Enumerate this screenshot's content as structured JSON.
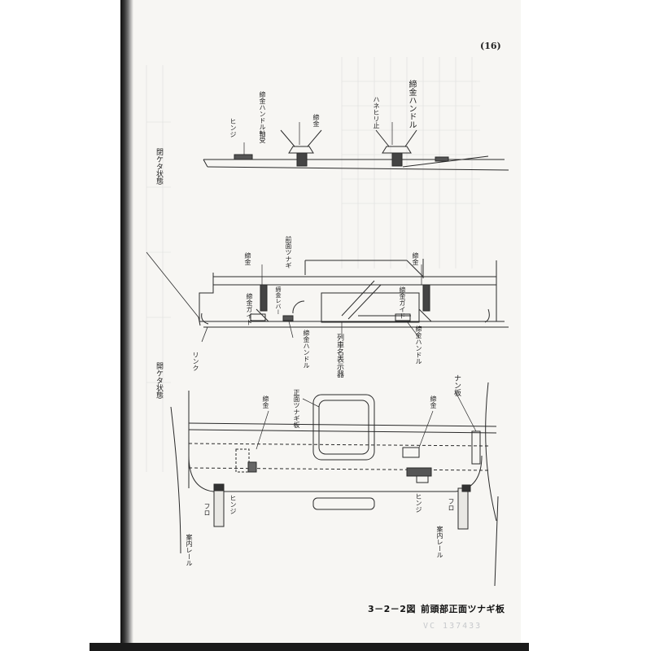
{
  "page_number": "(16)",
  "caption": {
    "figure_number": "3－2－2図",
    "title": "前頭部正面ツナギ板"
  },
  "stamp": "VC 137433",
  "labels": {
    "hinge_top": "ヒンジ",
    "fastener_handle_shaft": "締金ハンドル軸受",
    "fastener_top": "締金",
    "stopper_top": "ハネヒリ止",
    "fastener_handle_top": "締金ハンドル",
    "closed_state": "閉ケタ状態",
    "fastener_mid_left": "締金",
    "front_gangway_mid": "前面ツナギ",
    "fastener_mid_right": "締金",
    "fastener_bearing_left": "締金ガイド",
    "fastener_lever": "締金レバー",
    "fastener_handle_mid": "締金ハンドル",
    "train_indicator": "列車名表示器",
    "fastener_handle_mid2": "締金ハンドル",
    "fastener_bearing_right": "締金ガイド",
    "link": "リンク",
    "open_state": "開ケタ状態",
    "front_gangway_plate": "正面ツナギ板",
    "fastener_low_left": "締金",
    "fastener_low_right": "締金",
    "nan_plate": "ナン板",
    "hinge_low_left": "ヒンジ",
    "furo_left": "フロ",
    "guide_rail_left": "案内レール",
    "hinge_low_right": "ヒンジ",
    "furo_right": "フロ",
    "guide_rail_right": "案内レール"
  }
}
